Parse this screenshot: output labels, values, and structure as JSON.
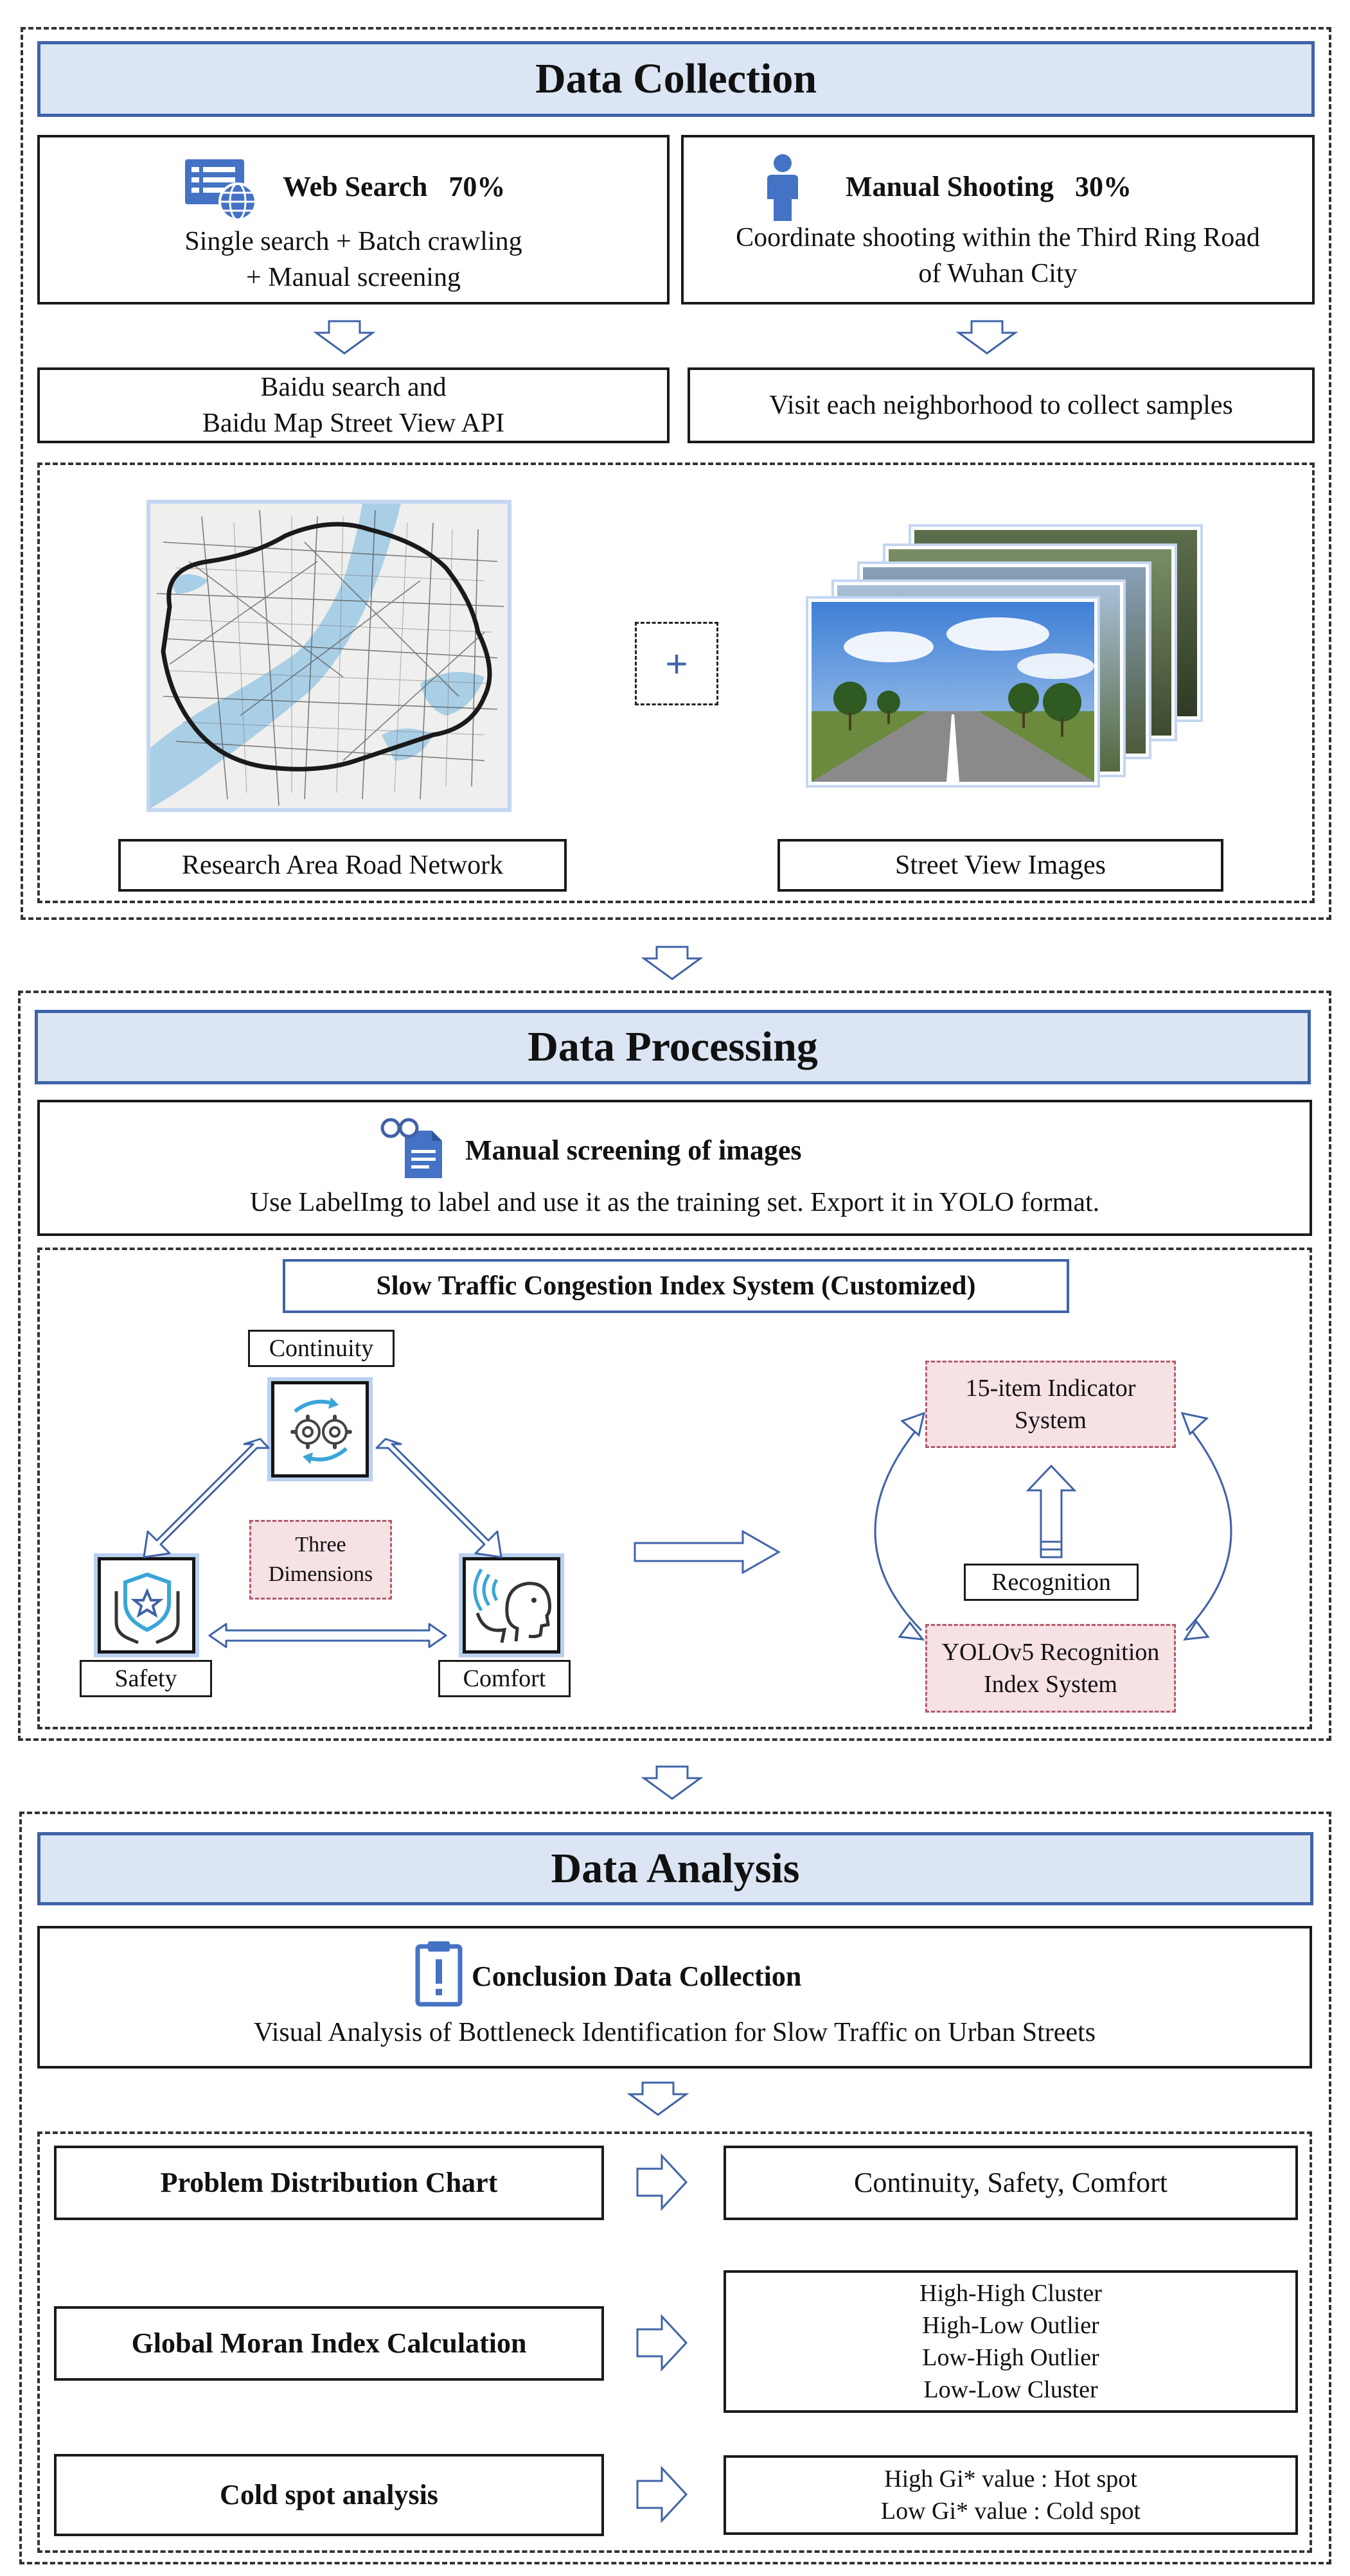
{
  "collection": {
    "title": "Data Collection",
    "web": {
      "title": "Web Search",
      "pct": "70%",
      "line1": "Single search + Batch crawling",
      "line2": "+ Manual screening"
    },
    "manual": {
      "title": "Manual Shooting",
      "pct": "30%",
      "line1": "Coordinate shooting within the Third Ring Road",
      "line2": "of Wuhan City"
    },
    "baidu": {
      "line1": "Baidu search and",
      "line2": "Baidu Map Street View API"
    },
    "visit": "Visit each neighborhood to collect samples",
    "road_label": "Research Area Road Network",
    "street_label": "Street View Images",
    "plus": "+"
  },
  "processing": {
    "title": "Data Processing",
    "screen_title": "Manual screening of images",
    "screen_desc": "Use LabelImg to label and use it as the training set. Export it in YOLO format.",
    "index_title": "Slow Traffic Congestion Index System (Customized)",
    "continuity": "Continuity",
    "safety": "Safety",
    "comfort": "Comfort",
    "three_dim": {
      "line1": "Three",
      "line2": "Dimensions"
    },
    "indicator": {
      "line1": "15-item Indicator",
      "line2": "System"
    },
    "recognition": "Recognition",
    "yolo": {
      "line1": "YOLOv5 Recognition",
      "line2": "Index System"
    }
  },
  "analysis": {
    "title": "Data Analysis",
    "conclusion_title": "Conclusion Data Collection",
    "conclusion_desc": "Visual Analysis of Bottleneck Identification for Slow Traffic on Urban Streets",
    "problem": "Problem Distribution Chart",
    "problem_result": "Continuity, Safety, Comfort",
    "moran": "Global Moran Index Calculation",
    "moran_results": [
      "High-High Cluster",
      "High-Low Outlier",
      "Low-High Outlier",
      "Low-Low Cluster"
    ],
    "cold": "Cold spot analysis",
    "cold_results": [
      "High Gi* value : Hot spot",
      "Low Gi* value : Cold spot"
    ]
  },
  "colors": {
    "header_fill": "#dbe5f3",
    "header_border": "#3f63a8",
    "accent_blue": "#4472c4",
    "pink_fill": "#f6e1e5"
  }
}
